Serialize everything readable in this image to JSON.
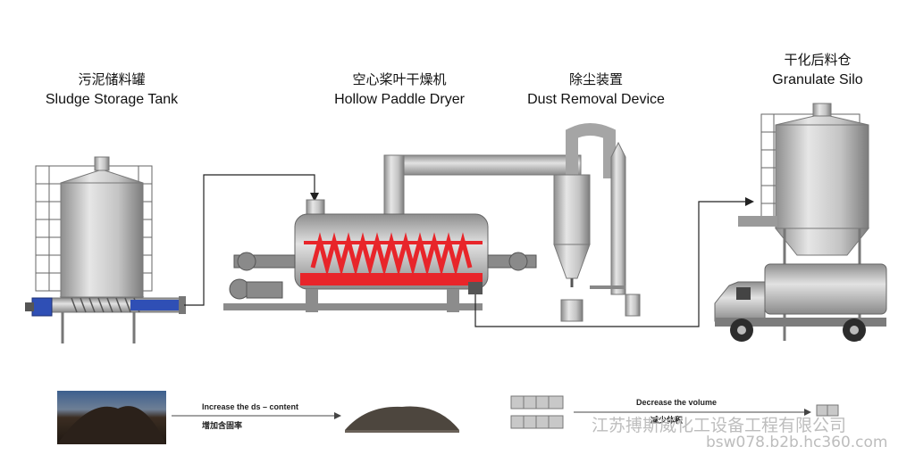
{
  "labels": {
    "tank": {
      "zh": "污泥储料罐",
      "en": "Sludge Storage Tank"
    },
    "dryer": {
      "zh": "空心桨叶干燥机",
      "en": "Hollow Paddle Dryer"
    },
    "dust": {
      "zh": "除尘装置",
      "en": "Dust Removal Device"
    },
    "silo": {
      "zh": "干化后料仓",
      "en": "Granulate Silo"
    }
  },
  "notes": {
    "ds_en": "Increase the ds – content",
    "ds_zh": "增加含固率",
    "vol_en": "Decrease the volume",
    "vol_zh": "减少体积"
  },
  "watermark": {
    "company": "江苏搏斯威化工设备工程有限公司",
    "site": "bsw078.b2b.hc360.com"
  },
  "colors": {
    "steel": "#b8b8b8",
    "pipe": "#9a9a9a",
    "heater": "#e8252a",
    "motor": "#2f4fb5"
  }
}
